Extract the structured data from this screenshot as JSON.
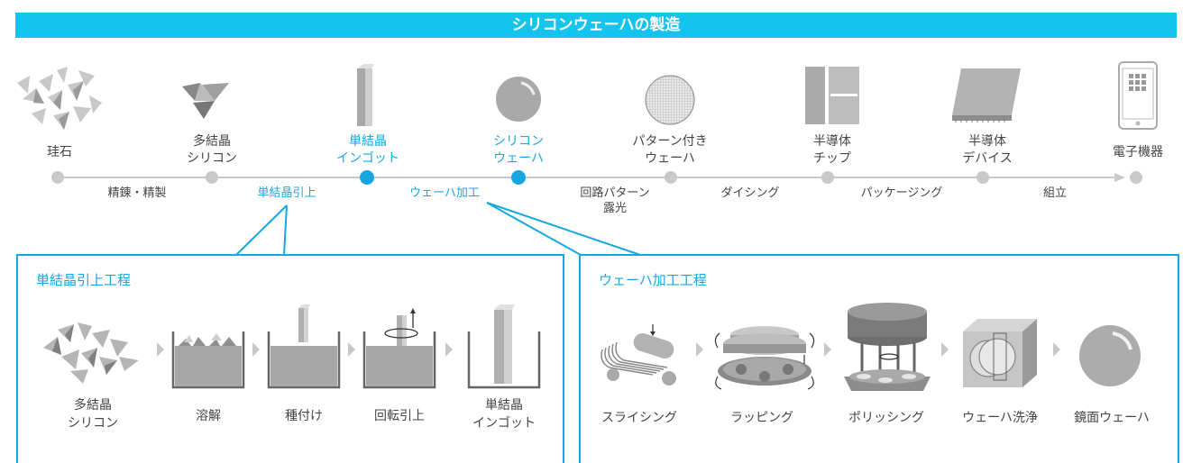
{
  "title": "シリコンウェーハの製造",
  "stages": [
    {
      "lines": [
        "珪石"
      ],
      "blue": false,
      "icon": "quartz-stone-icon"
    },
    {
      "lines": [
        "多結晶",
        "シリコン"
      ],
      "blue": false,
      "icon": "polysilicon-icon"
    },
    {
      "lines": [
        "単結晶",
        "インゴット"
      ],
      "blue": true,
      "icon": "ingot-icon"
    },
    {
      "lines": [
        "シリコン",
        "ウェーハ"
      ],
      "blue": true,
      "icon": "wafer-icon"
    },
    {
      "lines": [
        "パターン付き",
        "ウェーハ"
      ],
      "blue": false,
      "icon": "patterned-wafer-icon"
    },
    {
      "lines": [
        "半導体",
        "チップ"
      ],
      "blue": false,
      "icon": "chip-icon"
    },
    {
      "lines": [
        "半導体",
        "デバイス"
      ],
      "blue": false,
      "icon": "device-icon"
    },
    {
      "lines": [
        "電子機器"
      ],
      "blue": false,
      "icon": "tablet-icon"
    }
  ],
  "processes": [
    {
      "lines": [
        "精錬・精製"
      ],
      "blue": false
    },
    {
      "lines": [
        "単結晶引上"
      ],
      "blue": true
    },
    {
      "lines": [
        "ウェーハ加工"
      ],
      "blue": true
    },
    {
      "lines": [
        "回路パターン",
        "露光"
      ],
      "blue": false
    },
    {
      "lines": [
        "ダイシング"
      ],
      "blue": false
    },
    {
      "lines": [
        "パッケージング"
      ],
      "blue": false
    },
    {
      "lines": [
        "組立"
      ],
      "blue": false
    }
  ],
  "panel_left": {
    "title": "単結晶引上工程",
    "steps": [
      {
        "lines": [
          "多結晶",
          "シリコン"
        ],
        "icon": "polysilicon-pile-icon"
      },
      {
        "lines": [
          "溶解"
        ],
        "icon": "melting-crucible-icon"
      },
      {
        "lines": [
          "種付け"
        ],
        "icon": "seeding-icon"
      },
      {
        "lines": [
          "回転引上"
        ],
        "icon": "rotation-pull-icon"
      },
      {
        "lines": [
          "単結晶",
          "インゴット"
        ],
        "icon": "ingot-in-crucible-icon"
      }
    ]
  },
  "panel_right": {
    "title": "ウェーハ加工工程",
    "steps": [
      {
        "lines": [
          "スライシング"
        ],
        "icon": "wire-saw-icon"
      },
      {
        "lines": [
          "ラッピング"
        ],
        "icon": "lapping-machine-icon"
      },
      {
        "lines": [
          "ポリッシング"
        ],
        "icon": "polishing-machine-icon"
      },
      {
        "lines": [
          "ウェーハ洗浄"
        ],
        "icon": "cleaning-tank-icon"
      },
      {
        "lines": [
          "鏡面ウェーハ"
        ],
        "icon": "mirror-wafer-icon"
      }
    ]
  },
  "colors": {
    "accent": "#16a6e1",
    "banner": "#15c3ef",
    "gray": "#c9c9c9"
  }
}
